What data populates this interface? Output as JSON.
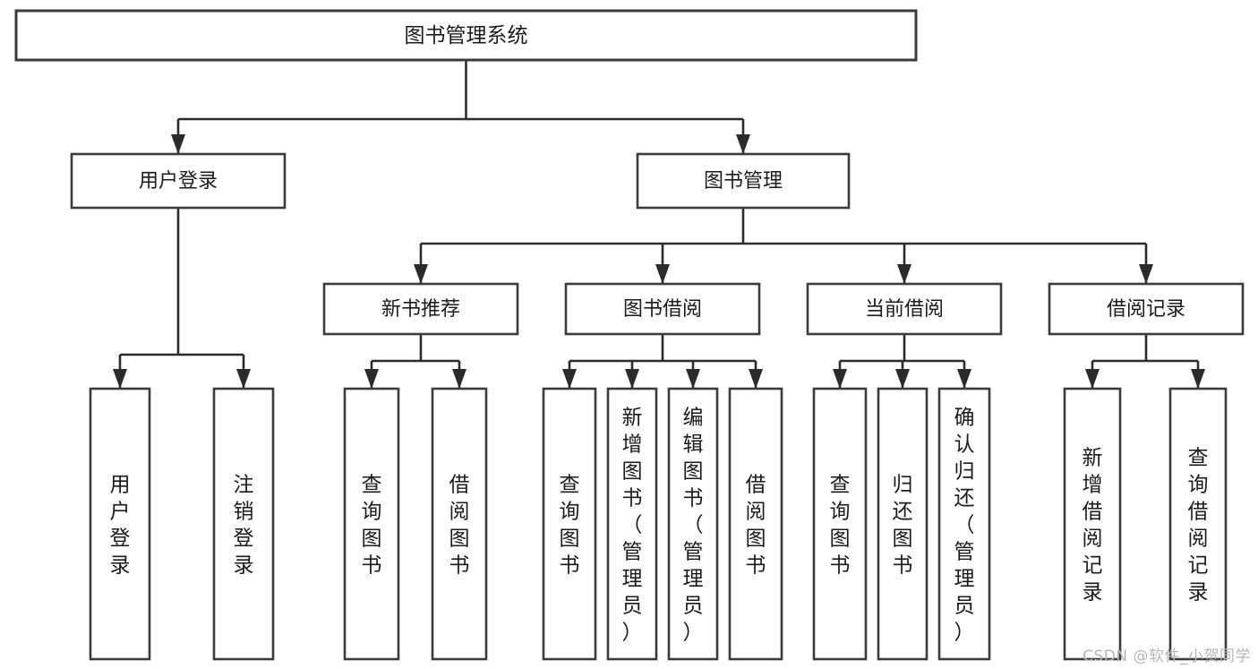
{
  "diagram": {
    "type": "hierarchy-tree",
    "title": "图书管理系统",
    "watermark": "CSDN @软件_小贺同学",
    "colors": {
      "background": "#ffffff",
      "box_stroke": "#3b3b3b",
      "edge": "#2b2b2b",
      "text": "#1b1b1b",
      "watermark": "#b6b6b6"
    },
    "root": {
      "label": "图书管理系统"
    },
    "level2": [
      {
        "label": "用户登录"
      },
      {
        "label": "图书管理"
      }
    ],
    "level3": [
      {
        "label": "新书推荐"
      },
      {
        "label": "图书借阅"
      },
      {
        "label": "当前借阅"
      },
      {
        "label": "借阅记录"
      }
    ],
    "leaves": [
      {
        "label": "用户登录",
        "chars": [
          "用",
          "户",
          "登",
          "录"
        ]
      },
      {
        "label": "注销登录",
        "chars": [
          "注",
          "销",
          "登",
          "录"
        ]
      },
      {
        "label": "查询图书",
        "chars": [
          "查",
          "询",
          "图",
          "书"
        ]
      },
      {
        "label": "借阅图书",
        "chars": [
          "借",
          "阅",
          "图",
          "书"
        ]
      },
      {
        "label": "查询图书",
        "chars": [
          "查",
          "询",
          "图",
          "书"
        ]
      },
      {
        "label": "新增图书（管理员）",
        "chars": [
          "新",
          "增",
          "图",
          "书",
          "（",
          "管",
          "理",
          "员",
          "）"
        ]
      },
      {
        "label": "编辑图书（管理员）",
        "chars": [
          "编",
          "辑",
          "图",
          "书",
          "（",
          "管",
          "理",
          "员",
          "）"
        ]
      },
      {
        "label": "借阅图书",
        "chars": [
          "借",
          "阅",
          "图",
          "书"
        ]
      },
      {
        "label": "查询图书",
        "chars": [
          "查",
          "询",
          "图",
          "书"
        ]
      },
      {
        "label": "归还图书",
        "chars": [
          "归",
          "还",
          "图",
          "书"
        ]
      },
      {
        "label": "确认归还（管理员）",
        "chars": [
          "确",
          "认",
          "归",
          "还",
          "（",
          "管",
          "理",
          "员",
          "）"
        ]
      },
      {
        "label": "新增借阅记录",
        "chars": [
          "新",
          "增",
          "借",
          "阅",
          "记",
          "录"
        ]
      },
      {
        "label": "查询借阅记录",
        "chars": [
          "查",
          "询",
          "借",
          "阅",
          "记",
          "录"
        ]
      }
    ],
    "edges": [
      {
        "from": "图书管理系统",
        "to": "用户登录"
      },
      {
        "from": "图书管理系统",
        "to": "图书管理"
      },
      {
        "from": "用户登录",
        "to": "用户登录"
      },
      {
        "from": "用户登录",
        "to": "注销登录"
      },
      {
        "from": "图书管理",
        "to": "新书推荐"
      },
      {
        "from": "图书管理",
        "to": "图书借阅"
      },
      {
        "from": "图书管理",
        "to": "当前借阅"
      },
      {
        "from": "图书管理",
        "to": "借阅记录"
      },
      {
        "from": "新书推荐",
        "to": "查询图书"
      },
      {
        "from": "新书推荐",
        "to": "借阅图书"
      },
      {
        "from": "图书借阅",
        "to": "查询图书"
      },
      {
        "from": "图书借阅",
        "to": "新增图书（管理员）"
      },
      {
        "from": "图书借阅",
        "to": "编辑图书（管理员）"
      },
      {
        "from": "图书借阅",
        "to": "借阅图书"
      },
      {
        "from": "当前借阅",
        "to": "查询图书"
      },
      {
        "from": "当前借阅",
        "to": "归还图书"
      },
      {
        "from": "当前借阅",
        "to": "确认归还（管理员）"
      },
      {
        "from": "借阅记录",
        "to": "新增借阅记录"
      },
      {
        "from": "借阅记录",
        "to": "查询借阅记录"
      }
    ]
  }
}
